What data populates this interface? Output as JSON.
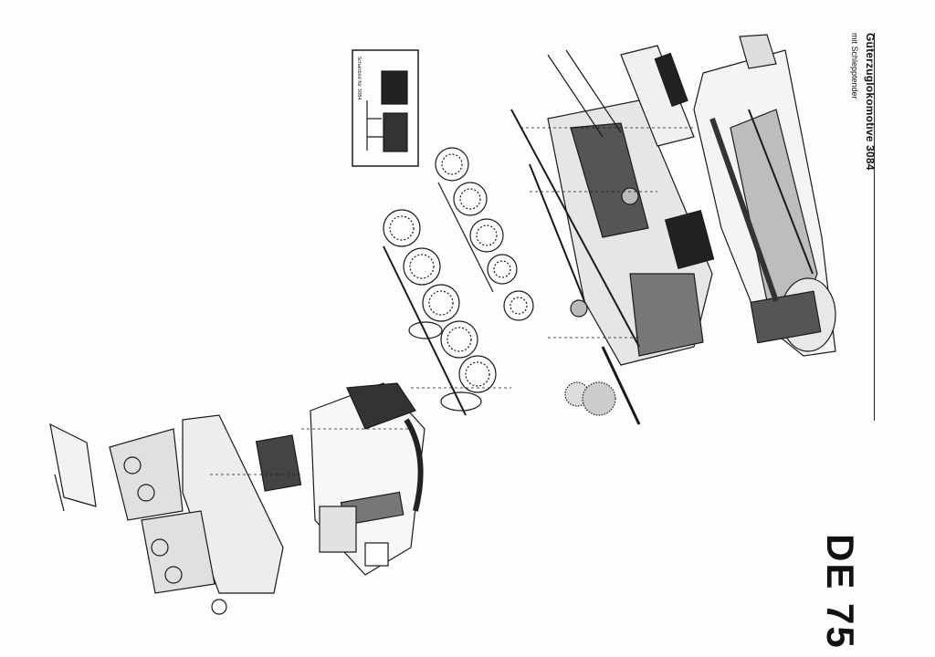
{
  "sheet": {
    "title": "Güterzuglokomotive 3084",
    "subtitle": "mit Schlepptender",
    "code": "DE 75"
  },
  "drawing": {
    "type": "exploded-view",
    "subject": "steam-locomotive-with-tender",
    "inset_caption": "Schaltbild für 3084"
  }
}
